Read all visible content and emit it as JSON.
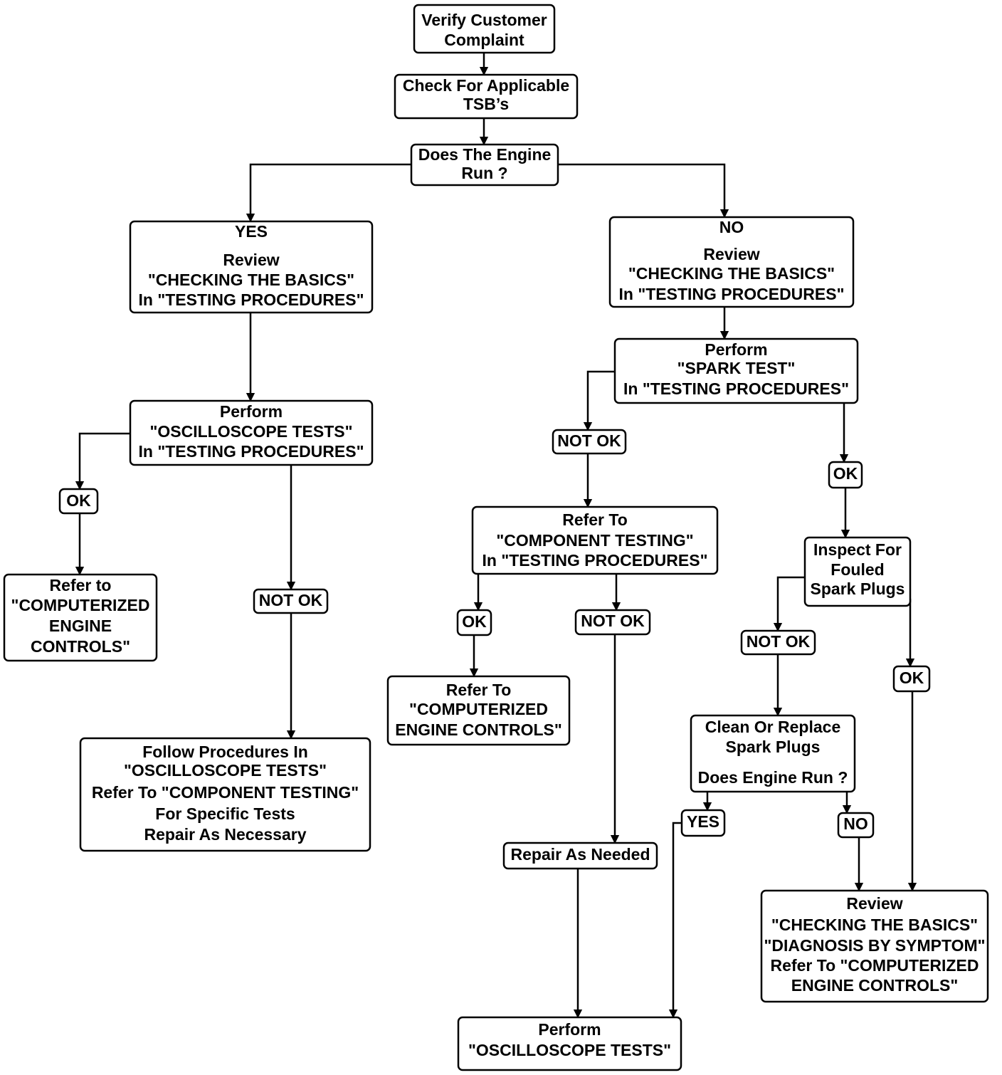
{
  "colors": {
    "ink": "#000000",
    "background": "#ffffff"
  },
  "nodes": {
    "verify_complaint": [
      "Verify Customer",
      "Complaint"
    ],
    "check_tsb": [
      "Check For Applicable",
      "TSB’s"
    ],
    "engine_run_q": [
      "Does The Engine",
      "Run ?"
    ],
    "yes_review": [
      "YES",
      "Review",
      "\"CHECKING THE BASICS\"",
      "In \"TESTING PROCEDURES\""
    ],
    "no_review": [
      "NO",
      "Review",
      "\"CHECKING THE BASICS\"",
      "In \"TESTING PROCEDURES\""
    ],
    "perform_oscilloscope": [
      "Perform",
      "\"OSCILLOSCOPE TESTS\"",
      "In \"TESTING PROCEDURES\""
    ],
    "perform_spark": [
      "Perform",
      "\"SPARK TEST\"",
      "In \"TESTING PROCEDURES\""
    ],
    "left_ok": [
      "OK"
    ],
    "left_refer_computerized": [
      "Refer to",
      "\"COMPUTERIZED",
      "ENGINE",
      "CONTROLS\""
    ],
    "left_not_ok": [
      "NOT OK"
    ],
    "follow_procedures": [
      "Follow Procedures In",
      "\"OSCILLOSCOPE TESTS\"",
      "Refer To \"COMPONENT TESTING\"",
      "For Specific Tests",
      "Repair As Necessary"
    ],
    "spark_not_ok": [
      "NOT OK"
    ],
    "refer_component": [
      "Refer To",
      "\"COMPONENT TESTING\"",
      "In \"TESTING PROCEDURES\""
    ],
    "component_ok": [
      "OK"
    ],
    "component_refer_computerized": [
      "Refer To",
      "\"COMPUTERIZED",
      "ENGINE CONTROLS\""
    ],
    "component_not_ok": [
      "NOT OK"
    ],
    "repair_as_needed": [
      "Repair As Needed"
    ],
    "perform_oscilloscope_final": [
      "Perform",
      "\"OSCILLOSCOPE TESTS\""
    ],
    "spark_ok": [
      "OK"
    ],
    "inspect_plugs": [
      "Inspect For",
      "Fouled",
      "Spark Plugs"
    ],
    "plugs_not_ok": [
      "NOT OK"
    ],
    "plugs_ok": [
      "OK"
    ],
    "clean_replace": [
      "Clean Or Replace",
      "Spark Plugs",
      "",
      "Does Engine Run ?"
    ],
    "run_yes": [
      "YES"
    ],
    "run_no": [
      "NO"
    ],
    "final_review": [
      "Review",
      "\"CHECKING THE BASICS\"",
      "\"DIAGNOSIS BY SYMPTOM\"",
      "Refer To \"COMPUTERIZED",
      "ENGINE CONTROLS\""
    ]
  }
}
